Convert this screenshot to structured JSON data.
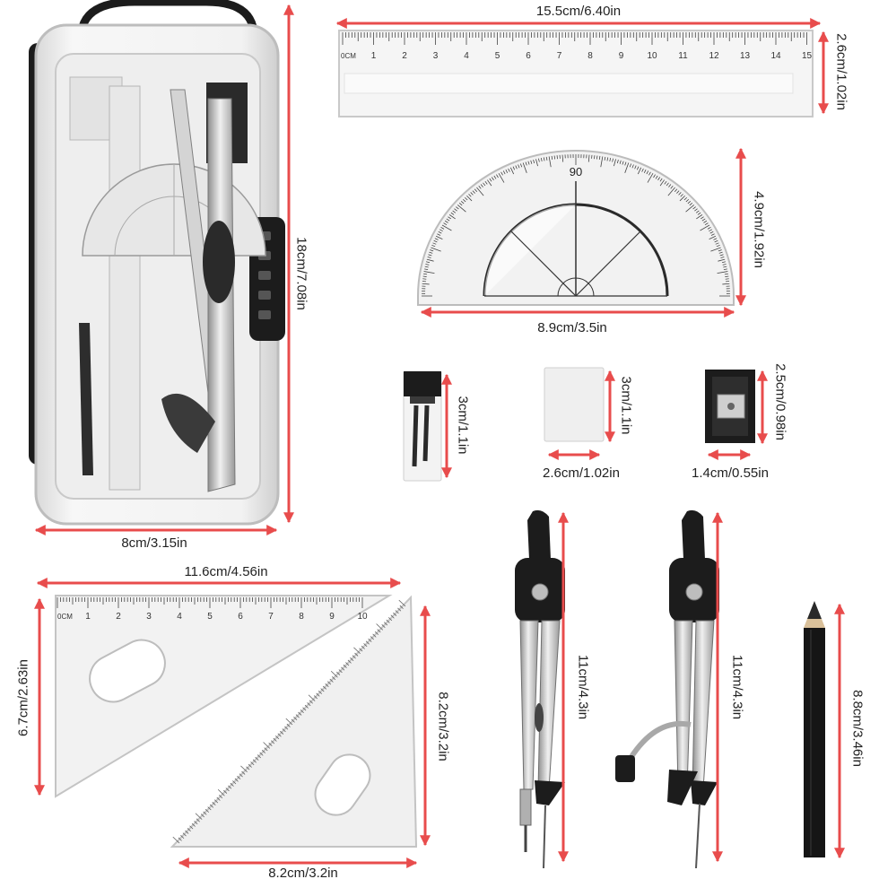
{
  "colors": {
    "arrow": "#e84c4c",
    "plastic": "#f3f3f3",
    "plastic_edge": "#cfcfcf",
    "metal": "#c8c8c8",
    "dark": "#1c1c1c",
    "label": "#222222"
  },
  "items": {
    "case": {
      "width": "8cm/3.15in",
      "height": "18cm/7.08in"
    },
    "ruler": {
      "width": "15.5cm/6.40in",
      "height": "2.6cm/1.02in",
      "unit": "0CM",
      "numbers": [
        "1",
        "2",
        "3",
        "4",
        "5",
        "6",
        "7",
        "8",
        "9",
        "10",
        "11",
        "12",
        "13",
        "14",
        "15"
      ]
    },
    "protractor": {
      "width": "8.9cm/3.5in",
      "height": "4.9cm/1.92in",
      "top_label": "90"
    },
    "lead_refill": {
      "height": "3cm/1.1in"
    },
    "eraser": {
      "width": "2.6cm/1.02in",
      "height": "3cm/1.1in"
    },
    "sharpener": {
      "width": "1.4cm/0.55in",
      "height": "2.5cm/0.98in"
    },
    "triangle_45": {
      "width": "11.6cm/4.56in",
      "height": "6.7cm/2.63in",
      "unit": "0CM",
      "numbers": [
        "1",
        "2",
        "3",
        "4",
        "5",
        "6",
        "7",
        "8",
        "9",
        "10"
      ]
    },
    "triangle_60": {
      "width": "8.2cm/3.2in",
      "height": "8.2cm/3.2in"
    },
    "compass_1": {
      "height": "11cm/4.3in"
    },
    "compass_2": {
      "height": "11cm/4.3in"
    },
    "pencil": {
      "height": "8.8cm/3.46in"
    }
  }
}
